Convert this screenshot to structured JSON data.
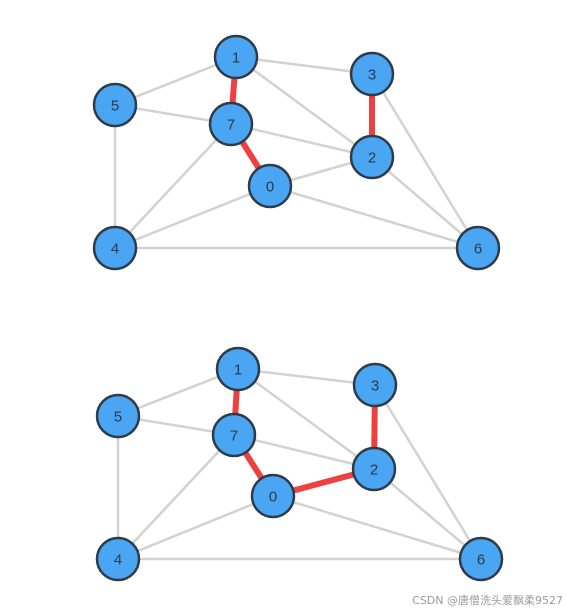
{
  "colors": {
    "node_fill": "#4aa6f2",
    "node_stroke": "#2e3b48",
    "edge": "#d2d2d2",
    "highlight": "#ee4040"
  },
  "watermark": "CSDN @唐僧洗头爱飘柔9527",
  "graphs": [
    {
      "id": "top",
      "nodes": [
        "0",
        "1",
        "2",
        "3",
        "4",
        "5",
        "6",
        "7"
      ],
      "edges": [
        [
          "1",
          "5"
        ],
        [
          "1",
          "3"
        ],
        [
          "1",
          "2"
        ],
        [
          "5",
          "7"
        ],
        [
          "5",
          "4"
        ],
        [
          "7",
          "2"
        ],
        [
          "7",
          "4"
        ],
        [
          "0",
          "2"
        ],
        [
          "0",
          "4"
        ],
        [
          "0",
          "6"
        ],
        [
          "3",
          "6"
        ],
        [
          "2",
          "6"
        ],
        [
          "4",
          "6"
        ]
      ],
      "highlighted_edges": [
        [
          "1",
          "7"
        ],
        [
          "7",
          "0"
        ],
        [
          "3",
          "2"
        ]
      ]
    },
    {
      "id": "bottom",
      "nodes": [
        "0",
        "1",
        "2",
        "3",
        "4",
        "5",
        "6",
        "7"
      ],
      "edges": [
        [
          "1",
          "5"
        ],
        [
          "1",
          "3"
        ],
        [
          "1",
          "2"
        ],
        [
          "5",
          "7"
        ],
        [
          "5",
          "4"
        ],
        [
          "7",
          "2"
        ],
        [
          "7",
          "4"
        ],
        [
          "0",
          "4"
        ],
        [
          "0",
          "6"
        ],
        [
          "3",
          "6"
        ],
        [
          "2",
          "6"
        ],
        [
          "4",
          "6"
        ]
      ],
      "highlighted_edges": [
        [
          "1",
          "7"
        ],
        [
          "7",
          "0"
        ],
        [
          "0",
          "2"
        ],
        [
          "3",
          "2"
        ]
      ]
    }
  ]
}
